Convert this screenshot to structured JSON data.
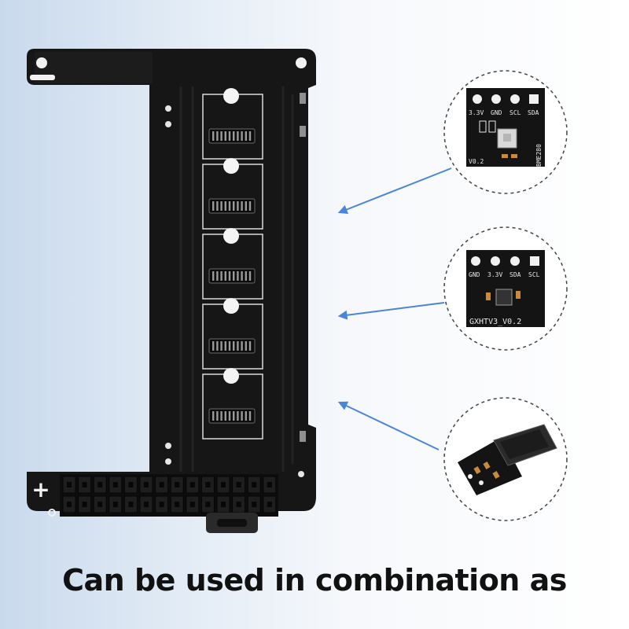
{
  "caption": "Can be used in combination as",
  "colors": {
    "pcb": "#161616",
    "pcb_trace": "#262626",
    "silkscreen": "#f2f2f2",
    "arrow": "#4a86d8",
    "circle_border": "#444444"
  },
  "board": {
    "slot_count": 5,
    "header_columns": 14,
    "header_rows": 2,
    "polarity_plus": "+"
  },
  "modules": [
    {
      "pins": [
        "3.3V",
        "GND",
        "SCL",
        "SDA"
      ],
      "chip_label": "BME280",
      "version": "V0.2"
    },
    {
      "pins": [
        "GND",
        "3.3V",
        "SDA",
        "SCL"
      ],
      "name": "GXHTV3_V0.2"
    },
    {
      "description": "microSD-card-module"
    }
  ]
}
